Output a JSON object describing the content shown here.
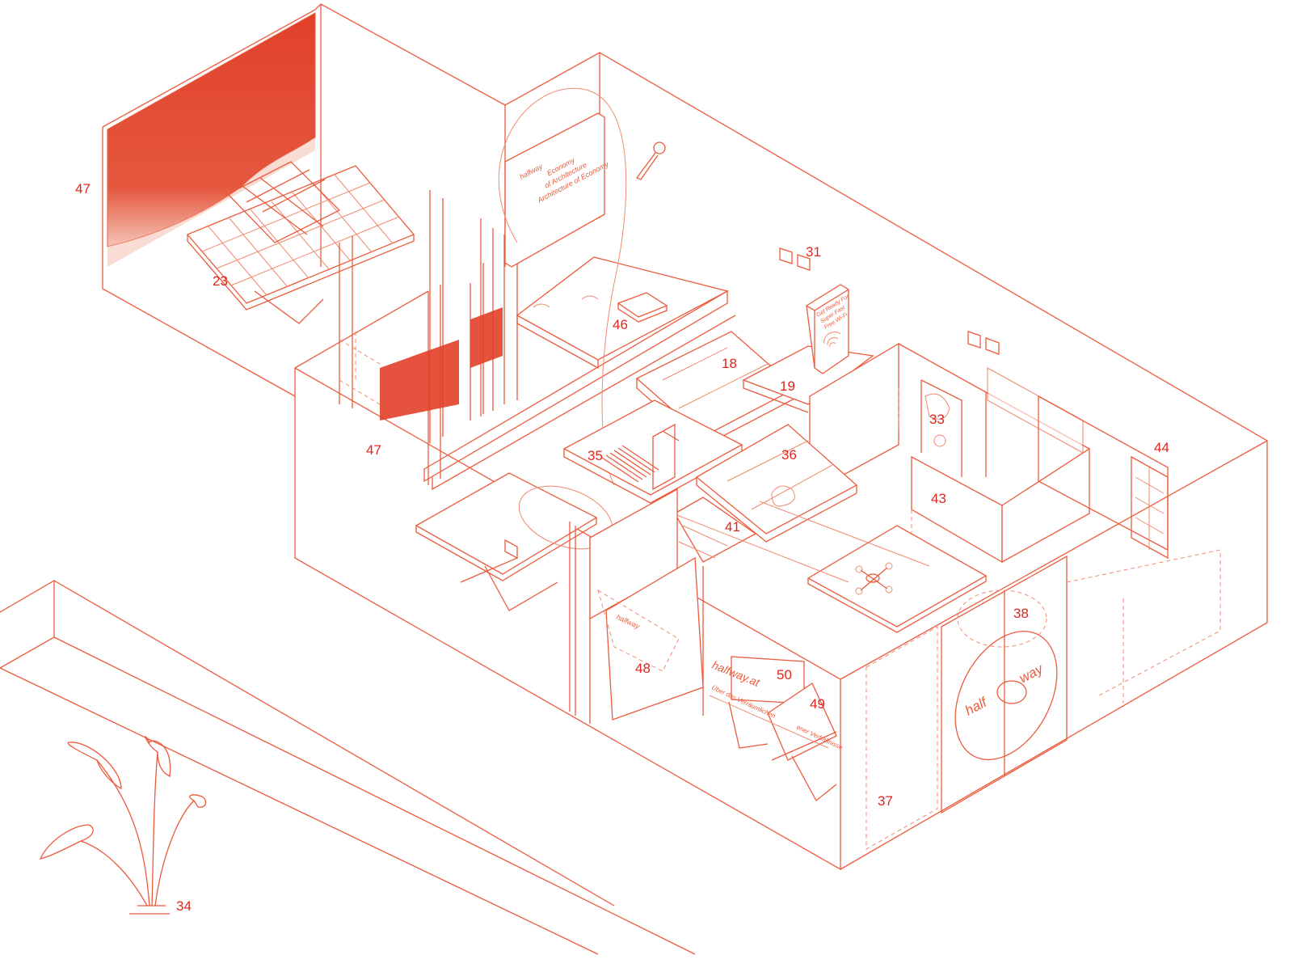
{
  "colors": {
    "line": "#ec5a3c",
    "label": "#e0251c",
    "image_fill": "#e2402a"
  },
  "labels": {
    "l47a": "47",
    "l23": "23",
    "l46": "46",
    "l31": "31",
    "l18": "18",
    "l19": "19",
    "l33": "33",
    "l47b": "47",
    "l35": "35",
    "l36": "36",
    "l44": "44",
    "l43": "43",
    "l41": "41",
    "l38": "38",
    "l48": "48",
    "l50": "50",
    "l49": "49",
    "l37": "37",
    "l34": "34"
  },
  "signs": {
    "banner_brand": "halfway",
    "banner_line1": "Economy",
    "banner_line2": "of Architecture",
    "banner_line3": "Architecture of Economy",
    "wifi_line1": "Get Ready For",
    "wifi_line2": "Super Fast",
    "wifi_line3": "Free Wi-Fi",
    "panel48_brand": "halfway",
    "table_url": "halfway.at",
    "table_sub1": "Über das Verräumlichen",
    "table_sub2": "ener Verhältnisse",
    "door_left": "half",
    "door_right": "way"
  },
  "icons": {
    "wifi": "wifi-icon",
    "drone": "drone-icon",
    "plant": "plant-icon",
    "magnifier": "magnifier-icon"
  }
}
